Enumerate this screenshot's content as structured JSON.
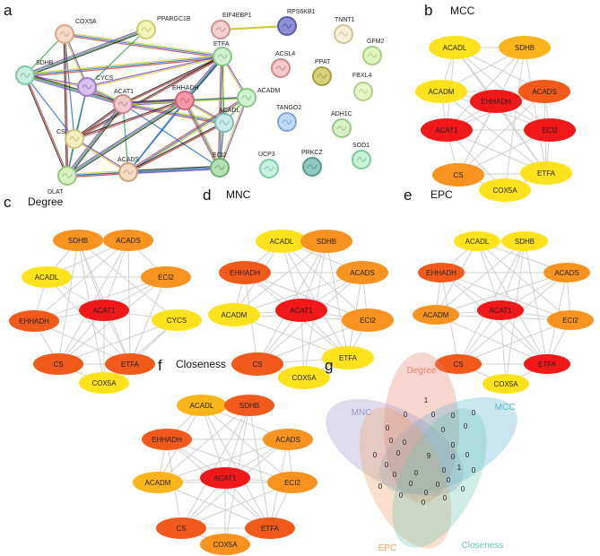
{
  "panel_labels": {
    "a": "a",
    "b": "b",
    "c": "c",
    "d": "d",
    "e": "e",
    "f": "f",
    "g": "g"
  },
  "titles": {
    "b": "MCC",
    "c": "Degree",
    "d": "MNC",
    "e": "EPC",
    "f": "Closeness"
  },
  "colors": {
    "red": "#f01818",
    "orange_red": "#f25a1c",
    "orange": "#f7931e",
    "amber": "#fbb41a",
    "yellow": "#fde21c",
    "edge": "#cfcfcf"
  },
  "string_network": {
    "nodes": [
      {
        "id": "COX5A",
        "label": "COX5A",
        "fill": "#f5d9c9",
        "stroke": "#d9a88a"
      },
      {
        "id": "PPARGC1B",
        "label": "PPARGC1B",
        "fill": "#f2f5b8",
        "stroke": "#c9cf6d"
      },
      {
        "id": "SDHB",
        "label": "SDHB",
        "fill": "#c9eede",
        "stroke": "#7dc9a5"
      },
      {
        "id": "CYCS",
        "label": "CYCS",
        "fill": "#d9c2f0",
        "stroke": "#a07dd1"
      },
      {
        "id": "ACAT1",
        "label": "ACAT1",
        "fill": "#f0c9c9",
        "stroke": "#cf8a8a"
      },
      {
        "id": "EHHADH",
        "label": "EHHADH",
        "fill": "#f29aa8",
        "stroke": "#d1607a"
      },
      {
        "id": "CS",
        "label": "CS",
        "fill": "#f5eec0",
        "stroke": "#cfc27d"
      },
      {
        "id": "DLAT",
        "label": "DLAT",
        "fill": "#d9f0c0",
        "stroke": "#94c97d"
      },
      {
        "id": "ACADS",
        "label": "ACADS",
        "fill": "#f5dcc5",
        "stroke": "#cfa07d"
      },
      {
        "id": "ETFA",
        "label": "ETFA",
        "fill": "#d2f0d2",
        "stroke": "#86c986"
      },
      {
        "id": "ACADM",
        "label": "ACADM",
        "fill": "#d2f0d2",
        "stroke": "#86c986"
      },
      {
        "id": "ACADL",
        "label": "ACADL",
        "fill": "#c9ecea",
        "stroke": "#7dbfbc"
      },
      {
        "id": "ECI2",
        "label": "ECI2",
        "fill": "#b4e0b4",
        "stroke": "#6fb36f"
      },
      {
        "id": "EIF4EBP1",
        "label": "EIF4EBP1",
        "fill": "#f5d2d2",
        "stroke": "#cf8f8f"
      },
      {
        "id": "RPS6KB1",
        "label": "RPS6KB1",
        "fill": "#8f8fd8",
        "stroke": "#5a5aa8"
      },
      {
        "id": "TNNT1",
        "label": "TNNT1",
        "fill": "#f7f0d9",
        "stroke": "#cfc39a"
      },
      {
        "id": "ACSL4",
        "label": "ACSL4",
        "fill": "#f5c9c9",
        "stroke": "#cf8a8a"
      },
      {
        "id": "GFM2",
        "label": "GFM2",
        "fill": "#e0f5c0",
        "stroke": "#a8cf7d"
      },
      {
        "id": "PPAT",
        "label": "PPAT",
        "fill": "#d9d27d",
        "stroke": "#a8a040"
      },
      {
        "id": "FBXL4",
        "label": "FBXL4",
        "fill": "#e8f5c9",
        "stroke": "#b3cf86"
      },
      {
        "id": "TANGO2",
        "label": "TANGO2",
        "fill": "#c0d9f5",
        "stroke": "#7da5cf"
      },
      {
        "id": "ADH1C",
        "label": "ADH1C",
        "fill": "#d9f0c9",
        "stroke": "#9ac986"
      },
      {
        "id": "UCP3",
        "label": "UCP3",
        "fill": "#c9f0e0",
        "stroke": "#7dc9a8"
      },
      {
        "id": "PRKCZ",
        "label": "PRKCZ",
        "fill": "#8fc9c0",
        "stroke": "#5a9a90"
      },
      {
        "id": "SOD1",
        "label": "SOD1",
        "fill": "#c9f0d9",
        "stroke": "#7dc99a"
      }
    ],
    "edges": [
      [
        "COX5A",
        "SDHB"
      ],
      [
        "COX5A",
        "CYCS"
      ],
      [
        "COX5A",
        "ETFA"
      ],
      [
        "COX5A",
        "CS"
      ],
      [
        "COX5A",
        "DLAT"
      ],
      [
        "PPARGC1B",
        "SDHB"
      ],
      [
        "PPARGC1B",
        "CYCS"
      ],
      [
        "SDHB",
        "CYCS"
      ],
      [
        "SDHB",
        "ETFA"
      ],
      [
        "SDHB",
        "CS"
      ],
      [
        "SDHB",
        "DLAT"
      ],
      [
        "SDHB",
        "ACAT1"
      ],
      [
        "CYCS",
        "CS"
      ],
      [
        "CYCS",
        "ETFA"
      ],
      [
        "CYCS",
        "ACAT1"
      ],
      [
        "CYCS",
        "DLAT"
      ],
      [
        "ETFA",
        "ACAT1"
      ],
      [
        "ETFA",
        "EHHADH"
      ],
      [
        "ETFA",
        "ACADL"
      ],
      [
        "ETFA",
        "ACADM"
      ],
      [
        "ETFA",
        "ECI2"
      ],
      [
        "ETFA",
        "ACADS"
      ],
      [
        "ETFA",
        "CS"
      ],
      [
        "ACAT1",
        "EHHADH"
      ],
      [
        "ACAT1",
        "ACADS"
      ],
      [
        "ACAT1",
        "ACADM"
      ],
      [
        "ACAT1",
        "ACADL"
      ],
      [
        "ACAT1",
        "ECI2"
      ],
      [
        "ACAT1",
        "CS"
      ],
      [
        "ACAT1",
        "DLAT"
      ],
      [
        "EHHADH",
        "ACADM"
      ],
      [
        "EHHADH",
        "ACADL"
      ],
      [
        "EHHADH",
        "ECI2"
      ],
      [
        "EHHADH",
        "ACADS"
      ],
      [
        "EHHADH",
        "CS"
      ],
      [
        "EHHADH",
        "DLAT"
      ],
      [
        "ACADM",
        "ACADL"
      ],
      [
        "ACADM",
        "ECI2"
      ],
      [
        "ACADM",
        "ACADS"
      ],
      [
        "ACADL",
        "ECI2"
      ],
      [
        "ACADL",
        "ACADS"
      ],
      [
        "ACADS",
        "ECI2"
      ],
      [
        "CS",
        "DLAT"
      ],
      [
        "CS",
        "ACADS"
      ],
      [
        "DLAT",
        "ACADS"
      ],
      [
        "DLAT",
        "ECI2"
      ],
      [
        "EIF4EBP1",
        "RPS6KB1"
      ]
    ]
  },
  "hub_networks": {
    "b": {
      "nodes": [
        {
          "id": "ACADL",
          "label": "ACADL",
          "color": "yellow"
        },
        {
          "id": "SDHB",
          "label": "SDHB",
          "color": "amber"
        },
        {
          "id": "ACADM",
          "label": "ACADM",
          "color": "yellow"
        },
        {
          "id": "ACADS",
          "label": "ACADS",
          "color": "orange_red"
        },
        {
          "id": "EHHADH",
          "label": "EHHADH",
          "color": "red"
        },
        {
          "id": "ACAT1",
          "label": "ACAT1",
          "color": "red"
        },
        {
          "id": "ECI2",
          "label": "ECI2",
          "color": "red"
        },
        {
          "id": "CS",
          "label": "CS",
          "color": "orange"
        },
        {
          "id": "ETFA",
          "label": "ETFA",
          "color": "yellow"
        },
        {
          "id": "COX5A",
          "label": "COX5A",
          "color": "yellow"
        }
      ]
    },
    "c": {
      "nodes": [
        {
          "id": "SDHB",
          "label": "SDHB",
          "color": "orange"
        },
        {
          "id": "ACADS",
          "label": "ACADS",
          "color": "orange"
        },
        {
          "id": "ACADL",
          "label": "ACADL",
          "color": "yellow"
        },
        {
          "id": "ECI2",
          "label": "ECI2",
          "color": "orange"
        },
        {
          "id": "ACAT1",
          "label": "ACAT1",
          "color": "red"
        },
        {
          "id": "EHHADH",
          "label": "EHHADH",
          "color": "orange_red"
        },
        {
          "id": "CYCS",
          "label": "CYCS",
          "color": "yellow"
        },
        {
          "id": "CS",
          "label": "CS",
          "color": "orange_red"
        },
        {
          "id": "ETFA",
          "label": "ETFA",
          "color": "orange_red"
        },
        {
          "id": "COX5A",
          "label": "COX5A",
          "color": "yellow"
        }
      ]
    },
    "d": {
      "nodes": [
        {
          "id": "ACADL",
          "label": "ACADL",
          "color": "yellow"
        },
        {
          "id": "SDHB",
          "label": "SDHB",
          "color": "orange"
        },
        {
          "id": "EHHADH",
          "label": "EHHADH",
          "color": "orange_red"
        },
        {
          "id": "ACADS",
          "label": "ACADS",
          "color": "orange"
        },
        {
          "id": "ACADM",
          "label": "ACADM",
          "color": "yellow"
        },
        {
          "id": "ACAT1",
          "label": "ACAT1",
          "color": "red"
        },
        {
          "id": "ECI2",
          "label": "ECI2",
          "color": "orange"
        },
        {
          "id": "CS",
          "label": "CS",
          "color": "orange_red"
        },
        {
          "id": "ETFA",
          "label": "ETFA",
          "color": "yellow"
        },
        {
          "id": "COX5A",
          "label": "COX5A",
          "color": "yellow"
        }
      ]
    },
    "e": {
      "nodes": [
        {
          "id": "ACADL",
          "label": "ACADL",
          "color": "yellow"
        },
        {
          "id": "SDHB",
          "label": "SDHB",
          "color": "yellow"
        },
        {
          "id": "EHHADH",
          "label": "EHHADH",
          "color": "orange_red"
        },
        {
          "id": "ACADS",
          "label": "ACADS",
          "color": "orange"
        },
        {
          "id": "ACADM",
          "label": "ACADM",
          "color": "orange"
        },
        {
          "id": "ACAT1",
          "label": "ACAT1",
          "color": "red"
        },
        {
          "id": "ECI2",
          "label": "ECI2",
          "color": "orange"
        },
        {
          "id": "CS",
          "label": "CS",
          "color": "orange_red"
        },
        {
          "id": "ETFA",
          "label": "ETFA",
          "color": "red"
        },
        {
          "id": "COX5A",
          "label": "COX5A",
          "color": "yellow"
        }
      ]
    },
    "f": {
      "nodes": [
        {
          "id": "ACADL",
          "label": "ACADL",
          "color": "amber"
        },
        {
          "id": "SDHB",
          "label": "SDHB",
          "color": "orange_red"
        },
        {
          "id": "EHHADH",
          "label": "EHHADH",
          "color": "orange_red"
        },
        {
          "id": "ACADS",
          "label": "ACADS",
          "color": "orange"
        },
        {
          "id": "ACADM",
          "label": "ACADM",
          "color": "amber"
        },
        {
          "id": "ACAT1",
          "label": "ACAT1",
          "color": "red"
        },
        {
          "id": "ECI2",
          "label": "ECI2",
          "color": "orange"
        },
        {
          "id": "CS",
          "label": "CS",
          "color": "orange_red"
        },
        {
          "id": "ETFA",
          "label": "ETFA",
          "color": "orange_red"
        },
        {
          "id": "COX5A",
          "label": "COX5A",
          "color": "orange"
        }
      ]
    }
  },
  "hub_edges": [
    [
      "ACAT1",
      "ACADL"
    ],
    [
      "ACAT1",
      "SDHB"
    ],
    [
      "ACAT1",
      "ACADS"
    ],
    [
      "ACAT1",
      "ECI2"
    ],
    [
      "ACAT1",
      "ETFA"
    ],
    [
      "ACAT1",
      "COX5A"
    ],
    [
      "ACAT1",
      "CS"
    ],
    [
      "ACAT1",
      "ACADM"
    ],
    [
      "ACAT1",
      "EHHADH"
    ],
    [
      "ACAT1",
      "CYCS"
    ],
    [
      "ACADL",
      "ACADS"
    ],
    [
      "ACADL",
      "ECI2"
    ],
    [
      "ACADL",
      "ETFA"
    ],
    [
      "ACADL",
      "EHHADH"
    ],
    [
      "ACADL",
      "ACADM"
    ],
    [
      "SDHB",
      "COX5A"
    ],
    [
      "SDHB",
      "CS"
    ],
    [
      "SDHB",
      "ETFA"
    ],
    [
      "SDHB",
      "CYCS"
    ],
    [
      "SDHB",
      "ACADM"
    ],
    [
      "SDHB",
      "ACADL"
    ],
    [
      "ACADS",
      "ECI2"
    ],
    [
      "ACADS",
      "EHHADH"
    ],
    [
      "ACADS",
      "ACADM"
    ],
    [
      "ACADS",
      "ETFA"
    ],
    [
      "ACADS",
      "CS"
    ],
    [
      "EHHADH",
      "ECI2"
    ],
    [
      "EHHADH",
      "CS"
    ],
    [
      "EHHADH",
      "ETFA"
    ],
    [
      "EHHADH",
      "ACADM"
    ],
    [
      "ACADM",
      "ECI2"
    ],
    [
      "ACADM",
      "ETFA"
    ],
    [
      "ECI2",
      "ETFA"
    ],
    [
      "ECI2",
      "CS"
    ],
    [
      "CS",
      "COX5A"
    ],
    [
      "CS",
      "ETFA"
    ],
    [
      "CS",
      "CYCS"
    ],
    [
      "ETFA",
      "COX5A"
    ],
    [
      "ETFA",
      "CYCS"
    ],
    [
      "COX5A",
      "CYCS"
    ]
  ],
  "venn": {
    "sets": [
      {
        "label": "Degree",
        "color": "#e8806c"
      },
      {
        "label": "MCC",
        "color": "#5ab4cf"
      },
      {
        "label": "MNC",
        "color": "#9a96c8"
      },
      {
        "label": "EPC",
        "color": "#f0a060"
      },
      {
        "label": "Closeness",
        "color": "#6cc4b0"
      }
    ],
    "counts": [
      "1",
      "0",
      "0",
      "0",
      "0",
      "0",
      "0",
      "0",
      "0",
      "0",
      "0",
      "0",
      "0",
      "0",
      "0",
      "0",
      "9",
      "1",
      "0",
      "0",
      "0",
      "0",
      "0",
      "0",
      "0",
      "0",
      "0",
      "0",
      "0",
      "0",
      "0"
    ]
  }
}
